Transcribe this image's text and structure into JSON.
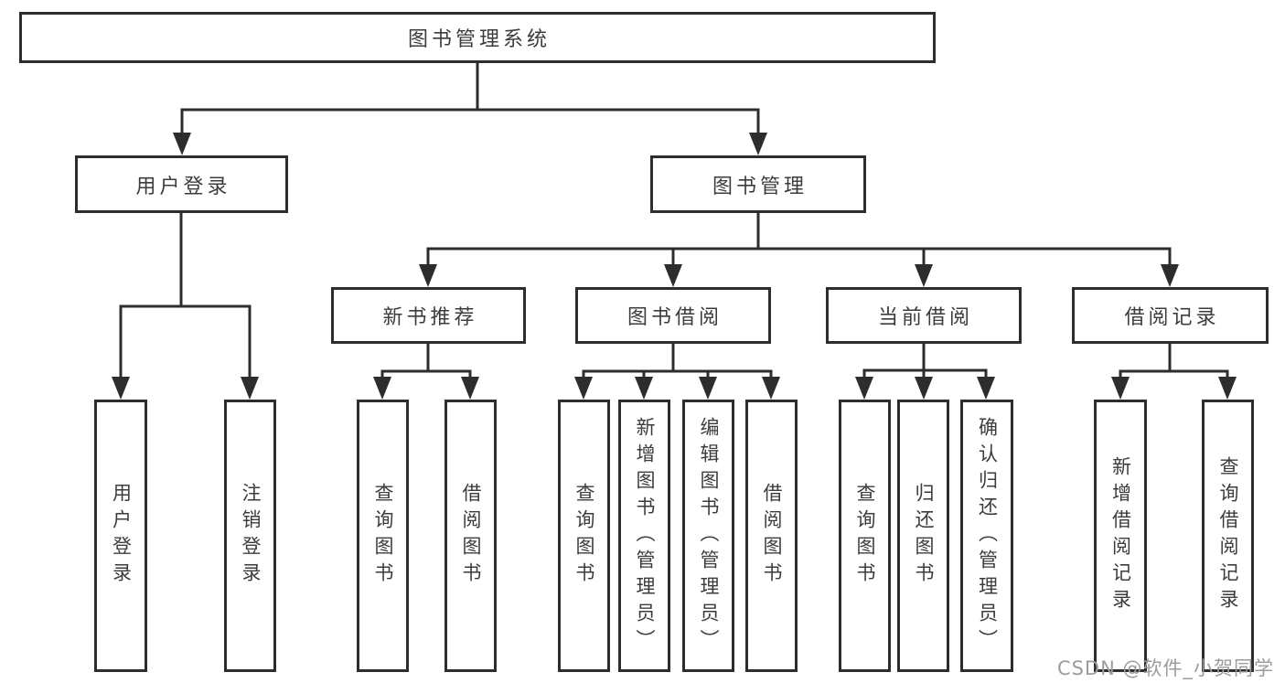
{
  "diagram": {
    "type": "hierarchy-tree",
    "tree": {
      "label": "图书管理系统",
      "children": [
        {
          "label": "用户登录",
          "children": [
            {
              "label": "用户登录"
            },
            {
              "label": "注销登录"
            }
          ]
        },
        {
          "label": "图书管理",
          "children": [
            {
              "label": "新书推荐",
              "children": [
                {
                  "label": "查询图书"
                },
                {
                  "label": "借阅图书"
                }
              ]
            },
            {
              "label": "图书借阅",
              "children": [
                {
                  "label": "查询图书"
                },
                {
                  "label": "新增图书（管理员）"
                },
                {
                  "label": "编辑图书（管理员）"
                },
                {
                  "label": "借阅图书"
                }
              ]
            },
            {
              "label": "当前借阅",
              "children": [
                {
                  "label": "查询图书"
                },
                {
                  "label": "归还图书"
                },
                {
                  "label": "确认归还（管理员）"
                }
              ]
            },
            {
              "label": "借阅记录",
              "children": [
                {
                  "label": "新增借阅记录"
                },
                {
                  "label": "查询借阅记录"
                }
              ]
            }
          ]
        }
      ]
    },
    "watermark": "CSDN @软件_小贺同学",
    "colors": {
      "line": "#2d2d2d",
      "box_border": "#2d2d2d",
      "text": "#3c3c3c",
      "watermark": "#9c9c9c",
      "background": "#ffffff"
    }
  }
}
